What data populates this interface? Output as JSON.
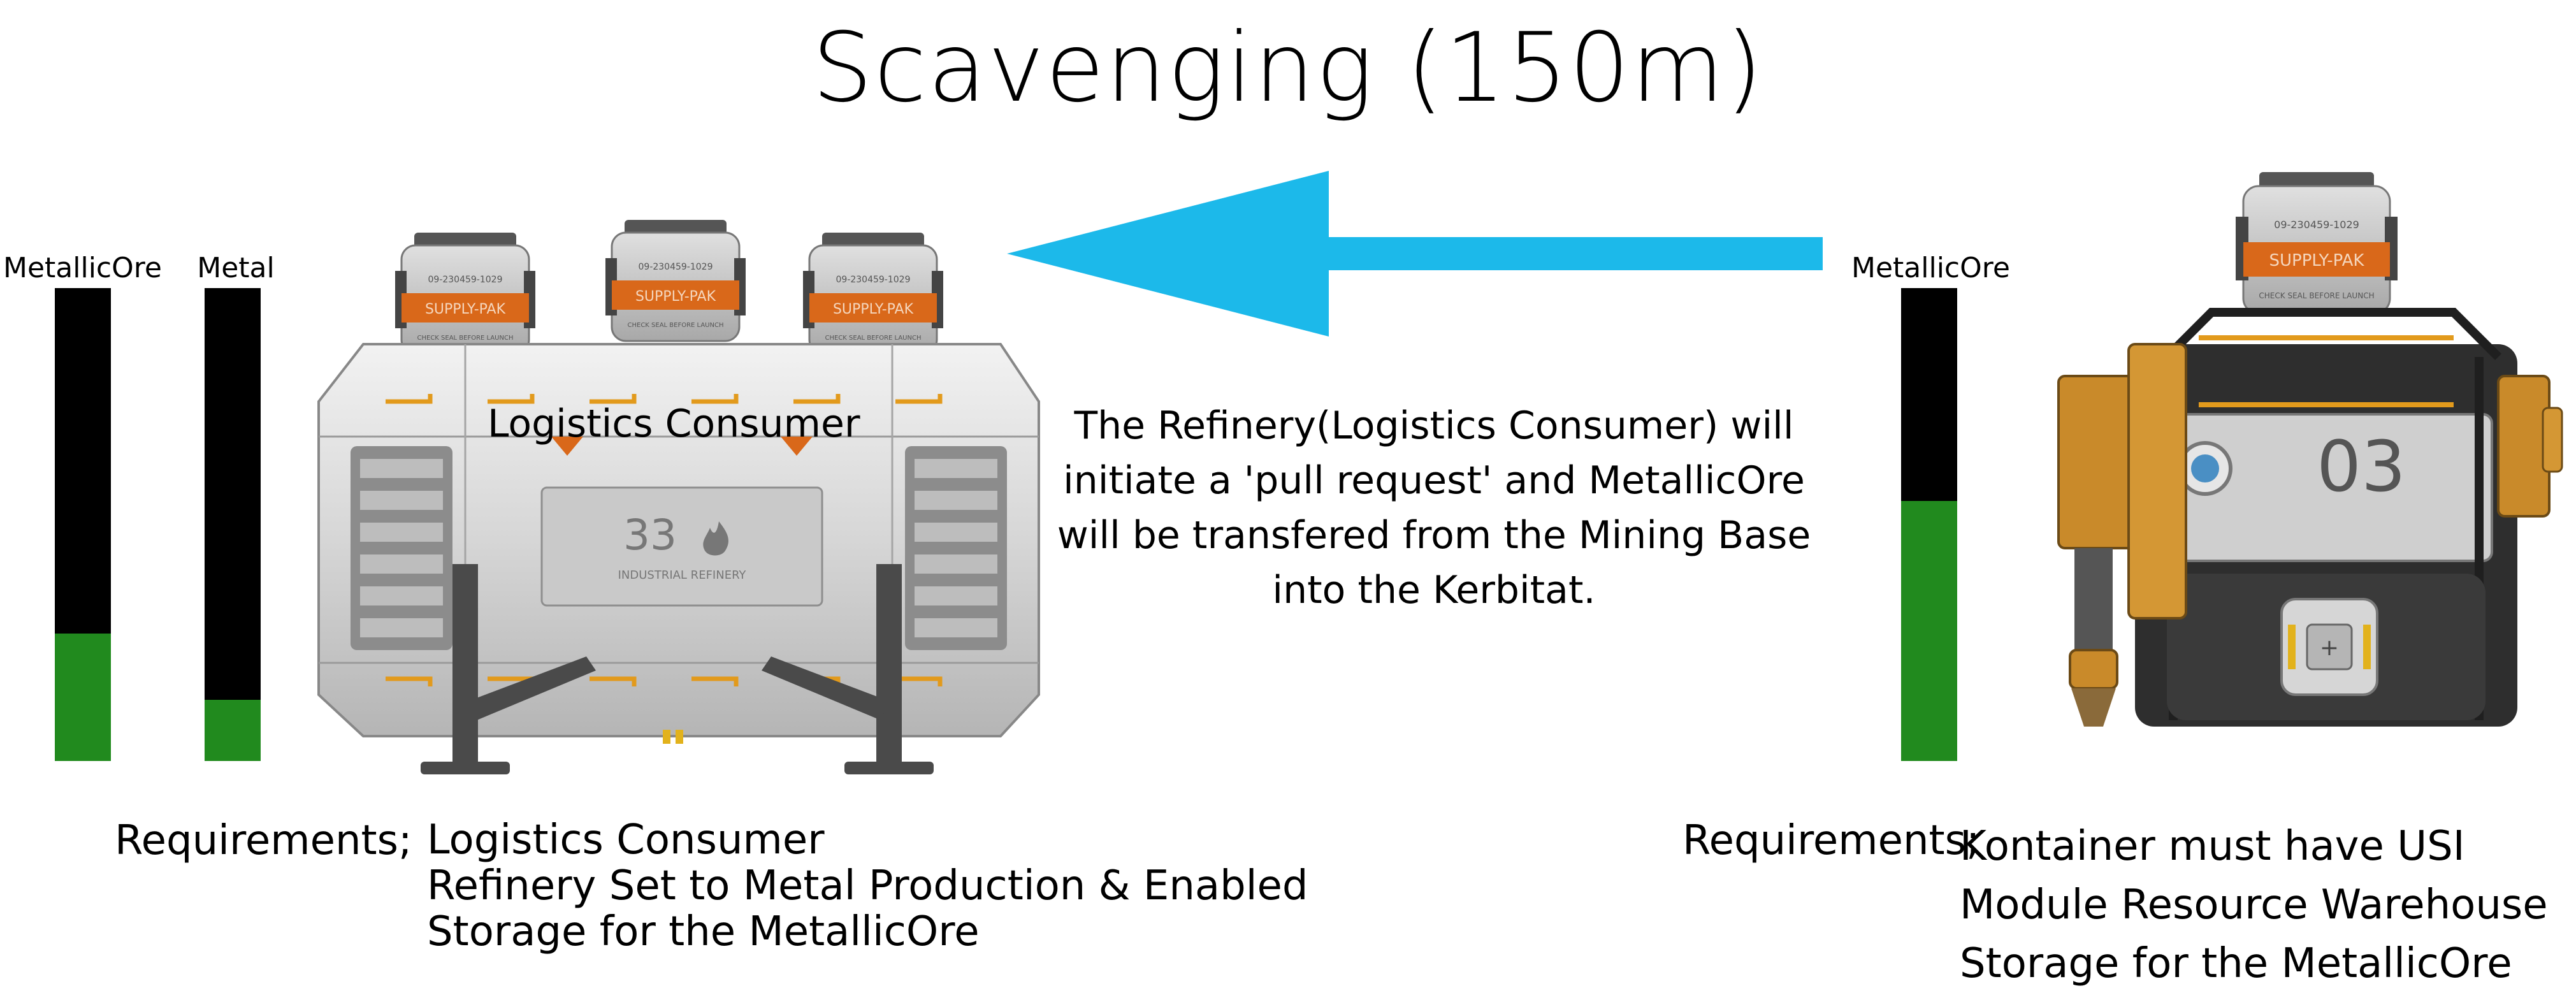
{
  "title": "Scavenging (150m)",
  "colors": {
    "arrow": "#1cb9ea",
    "bar_background": "#000000",
    "bar_fill": "#218a1e",
    "orange": "#d9681a",
    "hull": "#d8d8d8"
  },
  "left_bars": [
    {
      "label": "MetallicOre",
      "fill_fraction": 0.27
    },
    {
      "label": "Metal",
      "fill_fraction": 0.13
    }
  ],
  "right_bars": [
    {
      "label": "MetallicOre",
      "fill_fraction": 0.55
    }
  ],
  "refinery": {
    "overlay_label": "Logistics Consumer",
    "panel_number": "33",
    "panel_caption": "INDUSTRIAL REFINERY",
    "supply_paks": [
      {
        "serial": "09-230459-1029",
        "label": "SUPPLY-PAK",
        "note": "CHECK SEAL BEFORE LAUNCH"
      },
      {
        "serial": "09-230459-1029",
        "label": "SUPPLY-PAK",
        "note": "CHECK SEAL BEFORE LAUNCH"
      },
      {
        "serial": "09-230459-1029",
        "label": "SUPPLY-PAK",
        "note": "CHECK SEAL BEFORE LAUNCH"
      }
    ]
  },
  "miner": {
    "number": "03",
    "supply_pak": {
      "serial": "09-230459-1029",
      "label": "SUPPLY-PAK",
      "note": "CHECK SEAL BEFORE LAUNCH"
    }
  },
  "description": "The Refinery(Logistics Consumer) will initiate a 'pull request' and MetallicOre will be transfered from the Mining Base into the Kerbitat.",
  "requirements_left": {
    "heading": "Requirements;",
    "items": [
      "Logistics Consumer",
      "Refinery Set to Metal Production & Enabled",
      "Storage for the MetallicOre"
    ]
  },
  "requirements_right": {
    "heading": "Requirements;",
    "items": [
      "Kontainer must have USI",
      "Module Resource Warehouse",
      "Storage for the MetallicOre"
    ]
  }
}
